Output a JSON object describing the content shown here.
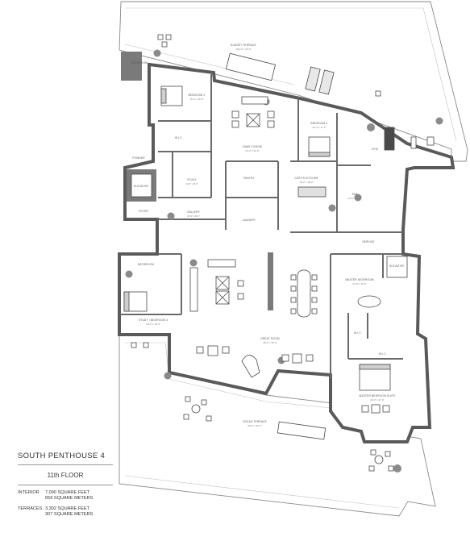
{
  "plan": {
    "title": "SOUTH PENTHOUSE 4",
    "floor": "11th FLOOR",
    "areas": [
      {
        "label": "INTERIOR",
        "lines": [
          "7,090 SQUARE FEET",
          "659 SQUARE METERS"
        ]
      },
      {
        "label": "TERRACES",
        "lines": [
          "3,302 SQUARE FEET",
          "307 SQUARE METERS"
        ]
      }
    ]
  },
  "rooms": {
    "sunset_terrace": {
      "name": "SUNSET TERRACE",
      "dims": "100'-0\" x 23'-0\""
    },
    "bathroom": {
      "name": "BATHROOM",
      "dims": ""
    },
    "bedroom2": {
      "name": "BEDROOM 2",
      "dims": "15'-0\" x 16'-6\""
    },
    "family_room": {
      "name": "FAMILY ROOM",
      "dims": "23'-0\" x 21'-6\""
    },
    "bedroom4": {
      "name": "BEDROOM 4",
      "dims": "20'-0\" x 17'-0\""
    },
    "gym": {
      "name": "GYM",
      "dims": ""
    },
    "wic_bed2": {
      "name": "W.I.C.",
      "dims": ""
    },
    "powder": {
      "name": "POWDER",
      "dims": ""
    },
    "elevator_west": {
      "name": "ELEVATOR",
      "dims": ""
    },
    "study": {
      "name": "STUDY",
      "dims": "10'-0\" x 8'-6\""
    },
    "pantry": {
      "name": "PANTRY",
      "dims": ""
    },
    "chefs_kitchen": {
      "name": "CHEF'S KITCHEN",
      "dims": "19'-0\" x 18'-0\""
    },
    "spa": {
      "name": "SPA",
      "dims": "12'-0\" x 16'-0\""
    },
    "foyer": {
      "name": "FOYER",
      "dims": ""
    },
    "gallery": {
      "name": "GALLERY",
      "dims": "20'-0\" x 8'-0\""
    },
    "laundry": {
      "name": "LAUNDRY",
      "dims": ""
    },
    "service": {
      "name": "SERVICE",
      "dims": ""
    },
    "bathroom_study": {
      "name": "BATHROOM",
      "dims": ""
    },
    "elevator_east": {
      "name": "ELEVATOR",
      "dims": ""
    },
    "master_bathroom": {
      "name": "MASTER BATHROOM",
      "dims": "24'-0\" x 16'-0\""
    },
    "study_bedroom3": {
      "name": "STUDY / BEDROOM 3",
      "dims": "18'-0\" x 15'-0\""
    },
    "wic_master1": {
      "name": "W.I.C.",
      "dims": ""
    },
    "wic_master2": {
      "name": "W.I.C.",
      "dims": ""
    },
    "great_room": {
      "name": "GREAT ROOM",
      "dims": "48'-0\" x 36'-0\""
    },
    "master_bedroom_suite": {
      "name": "MASTER BEDROOM SUITE",
      "dims": "23'-0\" x 17'-0\""
    },
    "sunrise_terrace": {
      "name": "OCEAN TERRACE",
      "dims": "80'-0\" x 32'-0\""
    }
  }
}
